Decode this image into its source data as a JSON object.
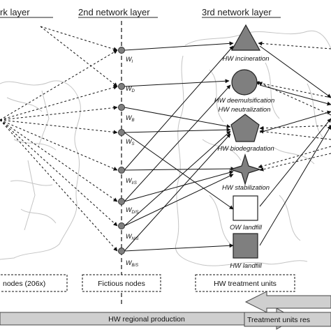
{
  "layers": {
    "first": "rk layer",
    "second": "2nd network layer",
    "third": "3rd network layer"
  },
  "fictitious_nodes": [
    {
      "base": "W",
      "sub": "I"
    },
    {
      "base": "W",
      "sub": "D"
    },
    {
      "base": "W",
      "sub": "B"
    },
    {
      "base": "W",
      "sub": "S"
    },
    {
      "base": "W",
      "sub": "I/S"
    },
    {
      "base": "W",
      "sub": "D/S"
    },
    {
      "base": "W",
      "sub": "N/S"
    },
    {
      "base": "W",
      "sub": "B/S"
    }
  ],
  "treatment_units": [
    {
      "label": "HW incineration",
      "shape": "triangle"
    },
    {
      "label": "HW deemulsification",
      "shape": "circle"
    },
    {
      "label": "HW neutralization",
      "shape": "none"
    },
    {
      "label": "HW biodegradation",
      "shape": "pentagon"
    },
    {
      "label": "HW stabilization",
      "shape": "star"
    },
    {
      "label": "OW landfill",
      "shape": "white-square"
    },
    {
      "label": "HW landfill",
      "shape": "gray-square"
    }
  ],
  "boxes": {
    "first": "nodes (206x)",
    "second": "Fictious nodes",
    "third": "HW treatment units"
  },
  "bottom_arrows": {
    "production": "HW regional production",
    "treatment": "Treatment units res"
  },
  "colors": {
    "shape_fill": "#7f7f7f",
    "arrow_fill": "#cfcfcf",
    "map_line": "#c4c4c4",
    "line": "#111111"
  }
}
